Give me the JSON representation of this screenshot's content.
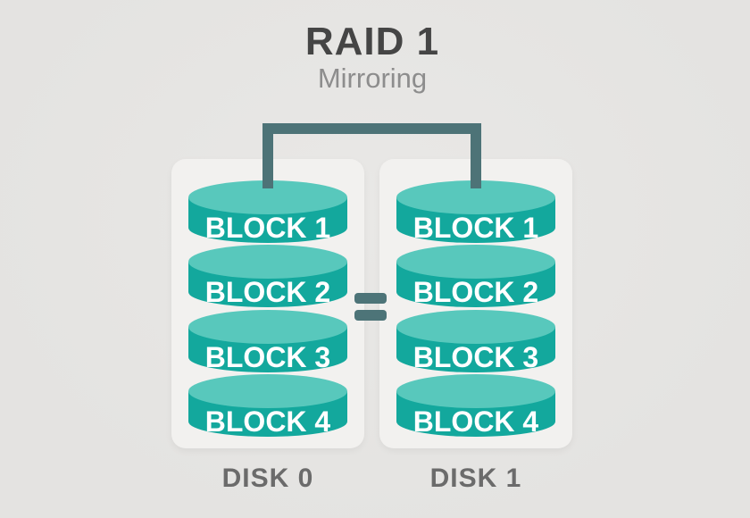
{
  "header": {
    "title": "RAID 1",
    "subtitle": "Mirroring"
  },
  "relationship": {
    "equals_symbol": "="
  },
  "disks": [
    {
      "name": "DISK 0",
      "blocks": [
        "BLOCK 1",
        "BLOCK 2",
        "BLOCK 3",
        "BLOCK 4"
      ]
    },
    {
      "name": "DISK 1",
      "blocks": [
        "BLOCK 1",
        "BLOCK 2",
        "BLOCK 3",
        "BLOCK 4"
      ]
    }
  ],
  "colors": {
    "background": "#e5e4e2",
    "disk_panel": "#f2f1ef",
    "cylinder_body": "#13a89d",
    "cylinder_top": "#58c8bc",
    "connector": "#4d7377",
    "title_text": "#454545",
    "subtitle_text": "#8d8d8d",
    "disk_label_text": "#6b6b6b",
    "block_text": "#ffffff"
  }
}
